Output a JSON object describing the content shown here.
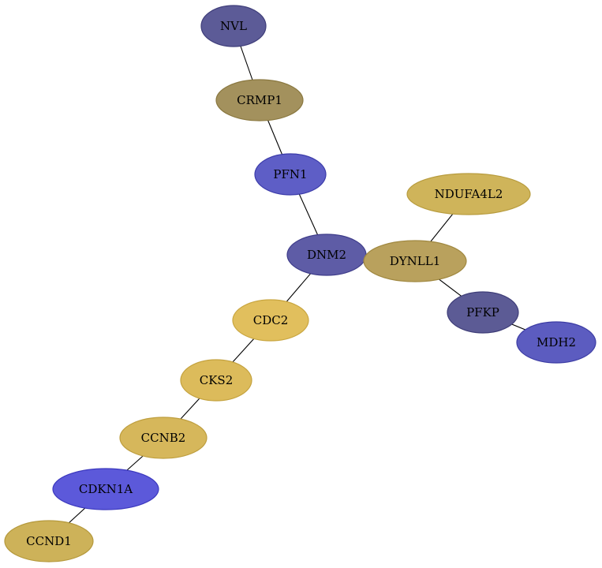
{
  "graph": {
    "nodes": [
      {
        "id": "NVL",
        "label": "NVL",
        "fill": "#5c5b97",
        "stroke": "#3f3e7a"
      },
      {
        "id": "CRMP1",
        "label": "CRMP1",
        "fill": "#a3915d",
        "stroke": "#8a7840"
      },
      {
        "id": "PFN1",
        "label": "PFN1",
        "fill": "#5e5ec6",
        "stroke": "#3c3caa"
      },
      {
        "id": "NDUFA4L2",
        "label": "NDUFA4L2",
        "fill": "#cfb45a",
        "stroke": "#b89c3e"
      },
      {
        "id": "DNM2",
        "label": "DNM2",
        "fill": "#5e5ca6",
        "stroke": "#3e3c8a"
      },
      {
        "id": "DYNLL1",
        "label": "DYNLL1",
        "fill": "#b9a15d",
        "stroke": "#a08840"
      },
      {
        "id": "PFKP",
        "label": "PFKP",
        "fill": "#5c5b95",
        "stroke": "#3e3d78"
      },
      {
        "id": "MDH2",
        "label": "MDH2",
        "fill": "#5c5cc0",
        "stroke": "#3c3ca4"
      },
      {
        "id": "CDC2",
        "label": "CDC2",
        "fill": "#e1bf5d",
        "stroke": "#c9a640"
      },
      {
        "id": "CKS2",
        "label": "CKS2",
        "fill": "#dcbb5b",
        "stroke": "#c4a23e"
      },
      {
        "id": "CCNB2",
        "label": "CCNB2",
        "fill": "#d6b75b",
        "stroke": "#be9e3e"
      },
      {
        "id": "CDKN1A",
        "label": "CDKN1A",
        "fill": "#5c59da",
        "stroke": "#3c39be"
      },
      {
        "id": "CCND1",
        "label": "CCND1",
        "fill": "#cdb259",
        "stroke": "#b5993c"
      }
    ],
    "edges": [
      {
        "source": "NVL",
        "target": "CRMP1"
      },
      {
        "source": "CRMP1",
        "target": "PFN1"
      },
      {
        "source": "PFN1",
        "target": "DNM2"
      },
      {
        "source": "DNM2",
        "target": "DYNLL1"
      },
      {
        "source": "DYNLL1",
        "target": "NDUFA4L2"
      },
      {
        "source": "DYNLL1",
        "target": "PFKP"
      },
      {
        "source": "PFKP",
        "target": "MDH2"
      },
      {
        "source": "DNM2",
        "target": "CDC2"
      },
      {
        "source": "CDC2",
        "target": "CKS2"
      },
      {
        "source": "CKS2",
        "target": "CCNB2"
      },
      {
        "source": "CCNB2",
        "target": "CDKN1A"
      },
      {
        "source": "CDKN1A",
        "target": "CCND1"
      }
    ]
  }
}
